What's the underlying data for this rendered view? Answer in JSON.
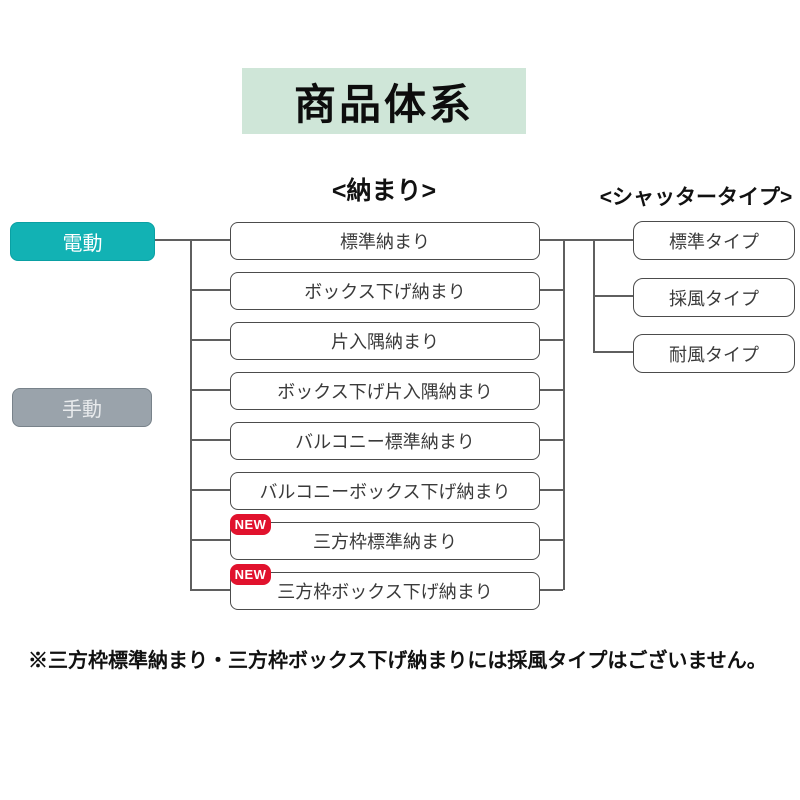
{
  "title": "商品体系",
  "headers": {
    "osamari": "<納まり>",
    "shutter": "<シャッタータイプ>"
  },
  "drive": [
    {
      "label": "電動",
      "color": "#12b2b4"
    },
    {
      "label": "手動",
      "color": "#9aa3ab"
    }
  ],
  "osamari": [
    {
      "label": "標準納まり",
      "is_new": false
    },
    {
      "label": "ボックス下げ納まり",
      "is_new": false
    },
    {
      "label": "片入隅納まり",
      "is_new": false
    },
    {
      "label": "ボックス下げ片入隅納まり",
      "is_new": false
    },
    {
      "label": "バルコニー標準納まり",
      "is_new": false
    },
    {
      "label": "バルコニーボックス下げ納まり",
      "is_new": false
    },
    {
      "label": "三方枠標準納まり",
      "is_new": true
    },
    {
      "label": "三方枠ボックス下げ納まり",
      "is_new": true
    }
  ],
  "shutter": [
    "標準タイプ",
    "採風タイプ",
    "耐風タイプ"
  ],
  "badge": "NEW",
  "footnote": "※三方枠標準納まり・三方枠ボックス下げ納まりには採風タイプはございません。",
  "colors": {
    "title_background": "#cfe6d8",
    "electric_teal": "#12b2b4",
    "manual_gray": "#9aa3ab",
    "badge_red": "#e1122d",
    "node_border": "#4c4c4c",
    "connector": "#5f5f5f"
  }
}
